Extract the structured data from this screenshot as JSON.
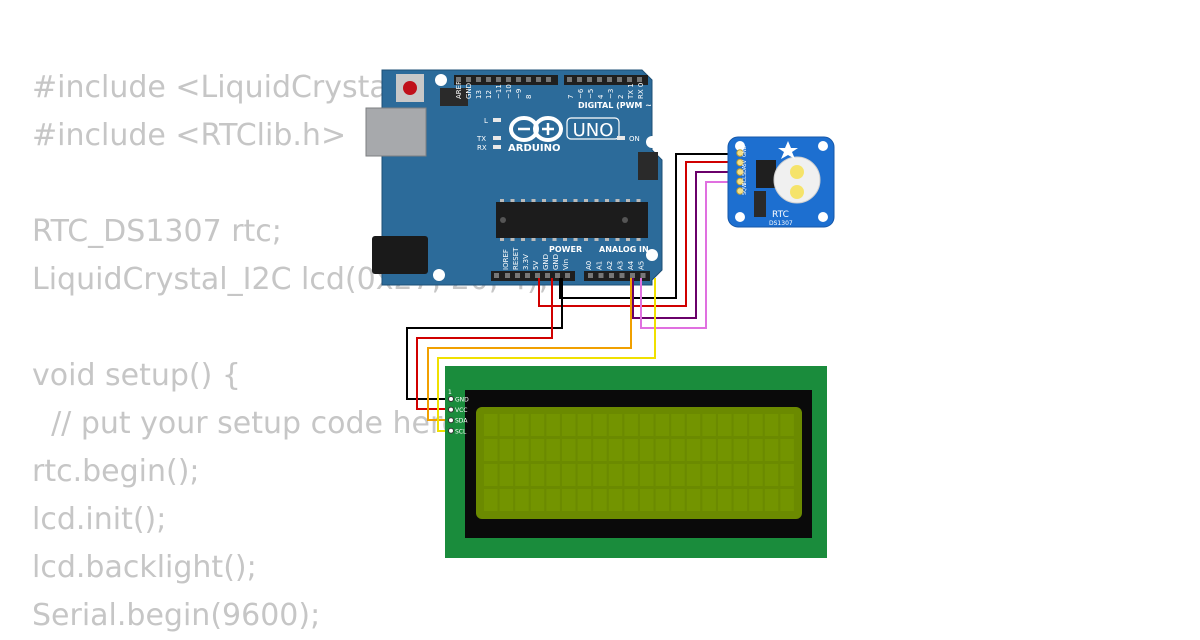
{
  "code_lines": [
    "#include <LiquidCrystal_I2C.h>",
    "#include <RTClib.h>",
    "",
    "RTC_DS1307 rtc;",
    "LiquidCrystal_I2C lcd(0x27, 20, 4);",
    "",
    "void setup() {",
    "  // put your setup code here",
    "rtc.begin();",
    "lcd.init();",
    "lcd.backlight();",
    "Serial.begin(9600);"
  ],
  "arduino": {
    "brand": "ARDUINO",
    "model": "UNO",
    "on_label": "ON",
    "l_label": "L",
    "tx_label": "TX",
    "rx_label": "RX",
    "digital_label": "DIGITAL (PWM ~)",
    "power_label": "POWER",
    "analog_label": "ANALOG IN",
    "digital_pins": [
      "AREF",
      "GND",
      "13",
      "12",
      "~11",
      "~10",
      "~9",
      "8",
      "7",
      "~6",
      "~5",
      "4",
      "~3",
      "2",
      "TX 1",
      "RX 0"
    ],
    "power_pins": [
      "IOREF",
      "RESET",
      "3.3V",
      "5V",
      "GND",
      "GND",
      "Vin"
    ],
    "analog_pins": [
      "A0",
      "A1",
      "A2",
      "A3",
      "A4",
      "A5"
    ]
  },
  "rtc_module": {
    "label": "RTC",
    "chip": "DS1307",
    "pins": [
      "GND",
      "5V",
      "SDA",
      "SCL",
      "SQW"
    ]
  },
  "lcd": {
    "pin1": "1",
    "pins": [
      "GND",
      "VCC",
      "SDA",
      "SCL"
    ],
    "board_color": "#1a8c3c",
    "screen_color": "#6b8a00"
  },
  "wire_colors": {
    "gnd": "#000000",
    "vcc": "#d00000",
    "sda_rtc": "#6a006a",
    "scl_rtc": "#e070e0",
    "sda_lcd": "#f0a000",
    "scl_lcd": "#f0e000"
  }
}
